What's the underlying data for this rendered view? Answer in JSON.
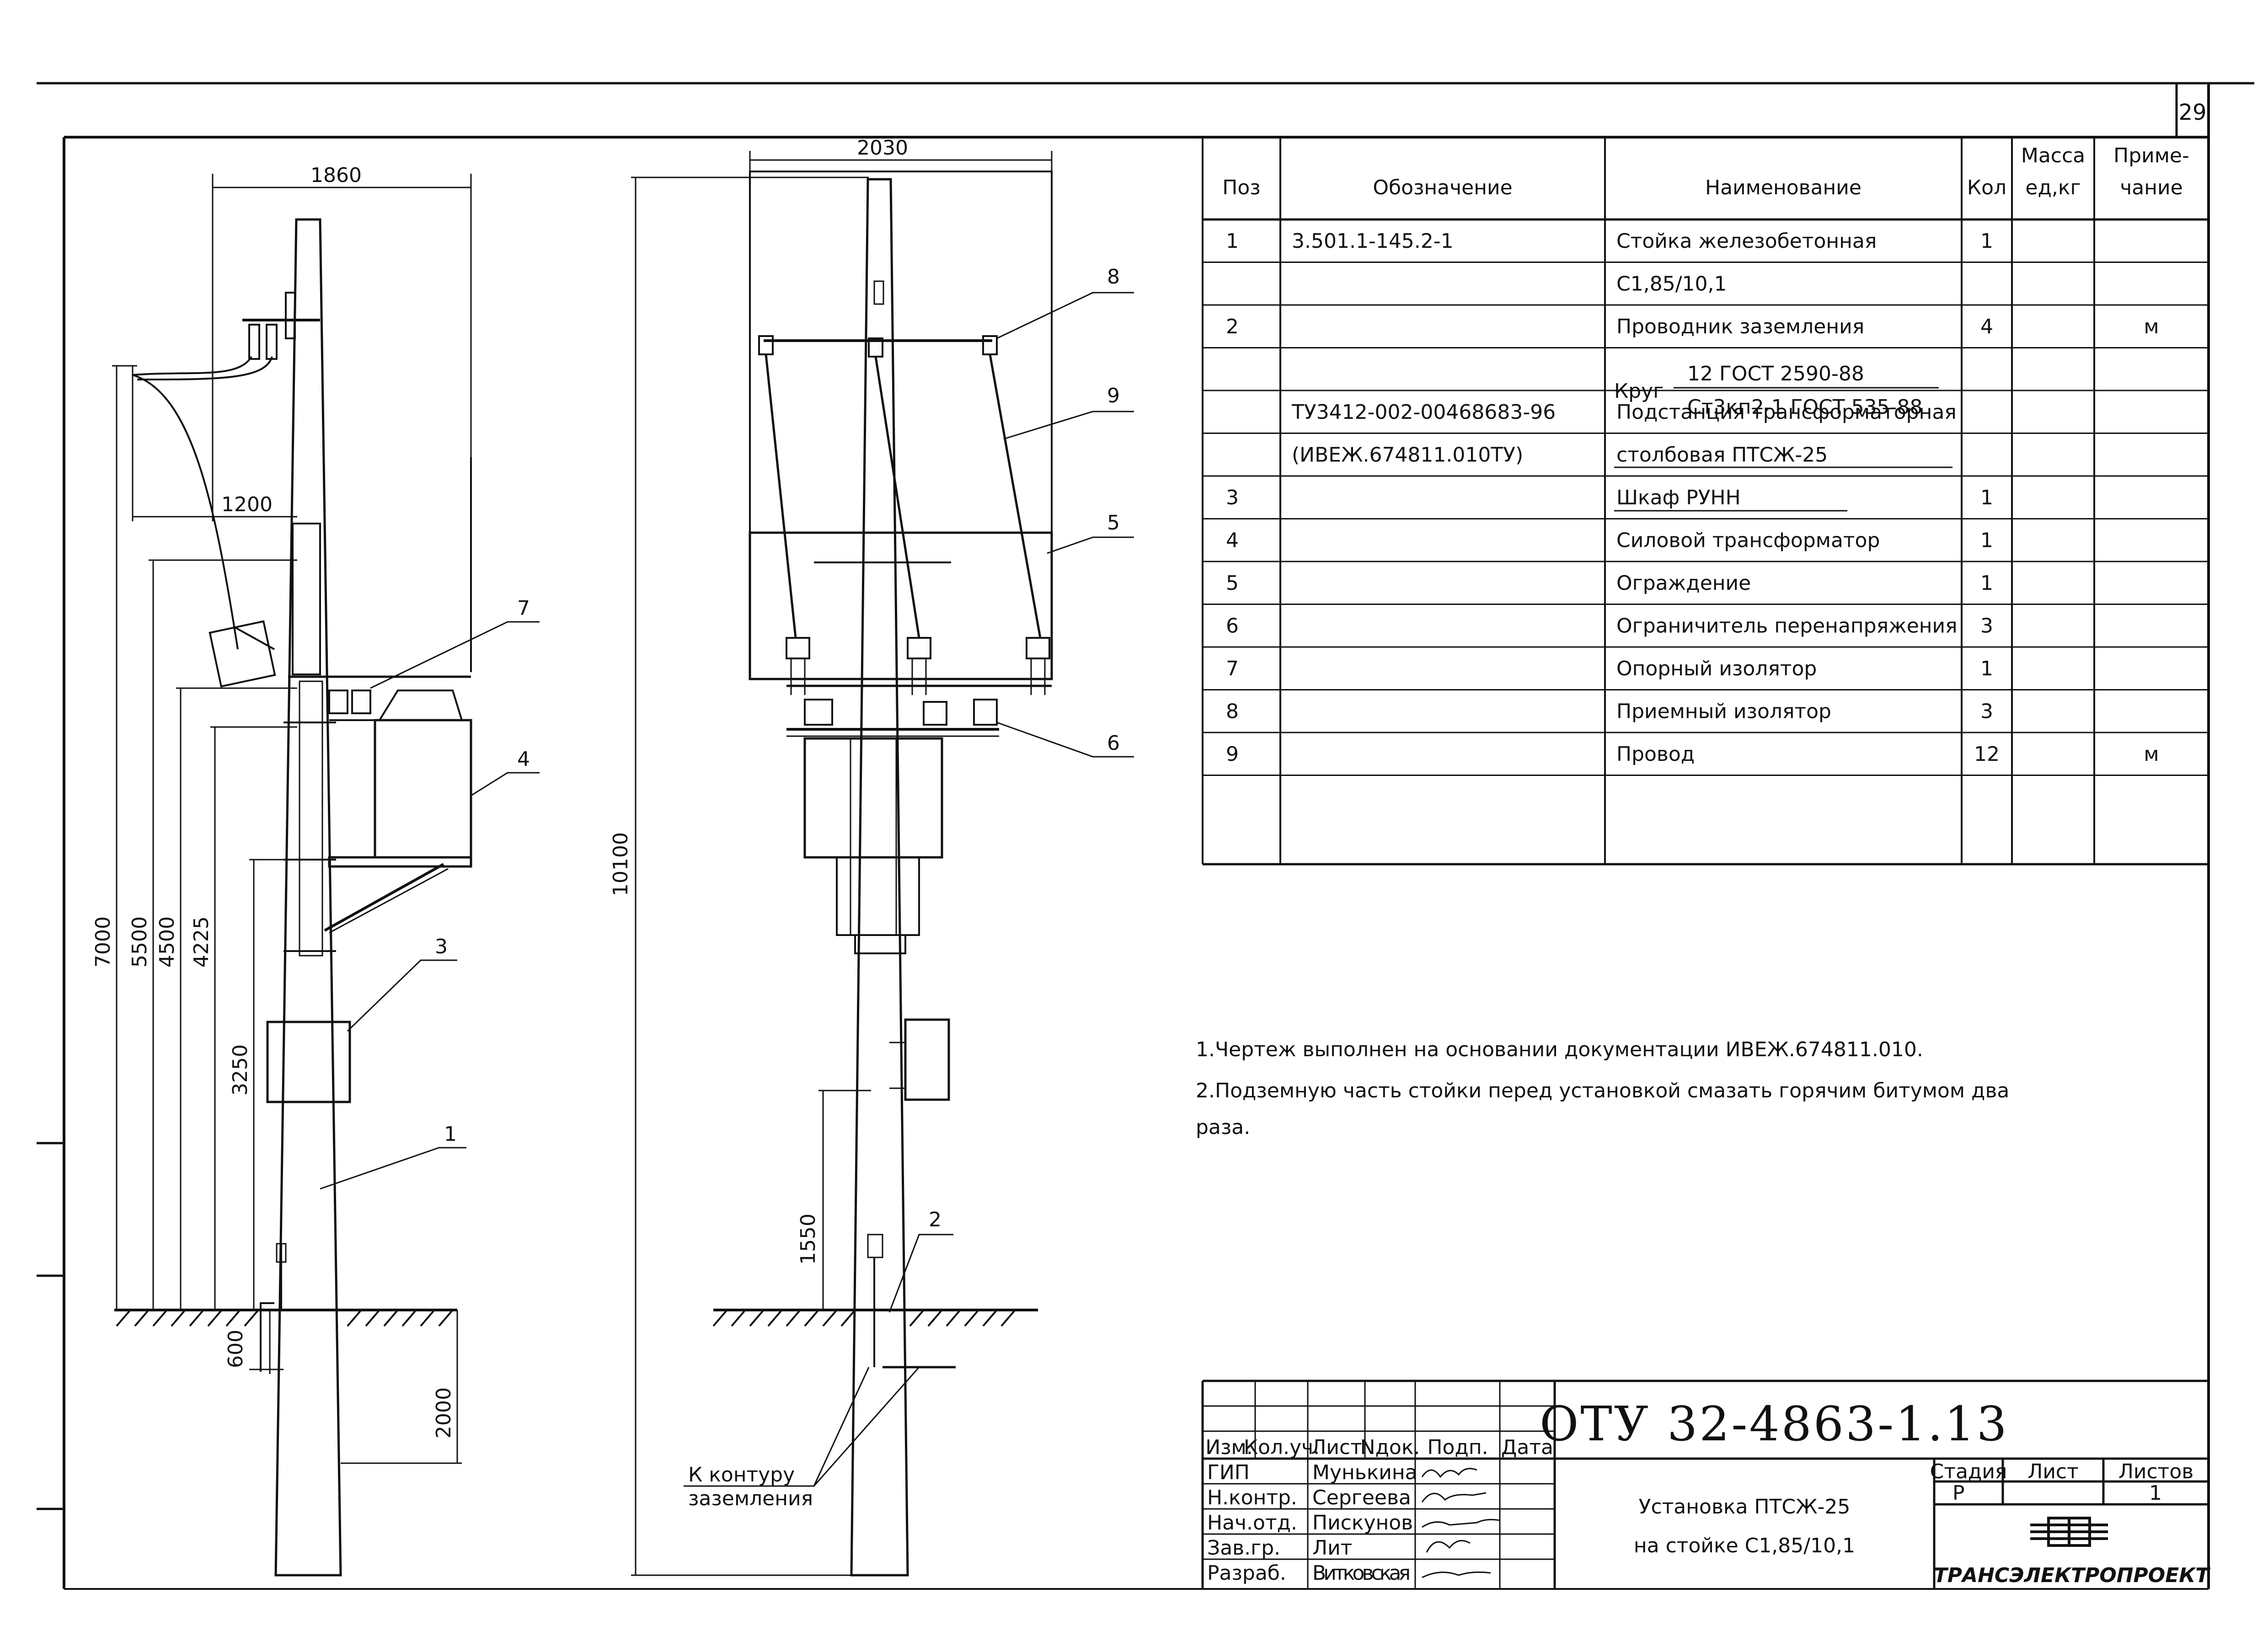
{
  "sheet_no": "29",
  "dimensions": {
    "left_width": "1860",
    "left_bracket": "1200",
    "h7000": "7000",
    "h5500": "5500",
    "h4500": "4500",
    "h4225": "4225",
    "h3250": "3250",
    "h600": "600",
    "h2000": "2000",
    "mid_width": "2030",
    "mid_height": "10100",
    "mid_1550": "1550"
  },
  "callouts": {
    "left_7": "7",
    "left_4": "4",
    "left_3": "3",
    "left_1": "1",
    "mid_8": "8",
    "mid_9": "9",
    "mid_5": "5",
    "mid_6": "6",
    "mid_2": "2"
  },
  "ground_note": {
    "line1": "К контуру",
    "line2": "заземления"
  },
  "spec_table": {
    "headers": {
      "pos": "Поз",
      "designation": "Обозначение",
      "name": "Наименование",
      "qty": "Кол",
      "mass1": "Масса",
      "mass2": "ед,кг",
      "note1": "Приме-",
      "note2": "чание"
    },
    "rows": [
      {
        "pos": "1",
        "designation": "3.501.1-145.2-1",
        "name": "Стойка железобетонная",
        "qty": "1",
        "note": ""
      },
      {
        "pos": "",
        "designation": "",
        "name": "С1,85/10,1",
        "qty": "",
        "note": ""
      },
      {
        "pos": "2",
        "designation": "",
        "name": "Проводник заземления",
        "qty": "4",
        "note": "м"
      },
      {
        "pos": "",
        "designation": "",
        "name": "",
        "qty": "",
        "note": ""
      },
      {
        "pos": "",
        "designation": "ТУ3412-002-00468683-96",
        "name": "Подстанция трансформаторная",
        "qty": "",
        "note": ""
      },
      {
        "pos": "",
        "designation": "(ИВЕЖ.674811.010ТУ)",
        "name": "столбовая  ПТСЖ-25",
        "qty": "",
        "note": ""
      },
      {
        "pos": "3",
        "designation": "",
        "name": "Шкаф РУНН",
        "qty": "1",
        "note": ""
      },
      {
        "pos": "4",
        "designation": "",
        "name": "Силовой трансформатор",
        "qty": "1",
        "note": ""
      },
      {
        "pos": "5",
        "designation": "",
        "name": "Ограждение",
        "qty": "1",
        "note": ""
      },
      {
        "pos": "6",
        "designation": "",
        "name": "Ограничитель перенапряжения",
        "qty": "3",
        "note": ""
      },
      {
        "pos": "7",
        "designation": "",
        "name": "Опорный изолятор",
        "qty": "1",
        "note": ""
      },
      {
        "pos": "8",
        "designation": "",
        "name": "Приемный изолятор",
        "qty": "3",
        "note": ""
      },
      {
        "pos": "9",
        "designation": "",
        "name": "Провод",
        "qty": "12",
        "note": "м"
      },
      {
        "pos": "",
        "designation": "",
        "name": "",
        "qty": "",
        "note": ""
      }
    ],
    "krug": {
      "label": "Круг",
      "num": "12 ГОСТ 2590-88",
      "den": "Ст3кп2-1 ГОСТ 535-88"
    }
  },
  "notes": {
    "n1": "1.Чертеж выполнен на основании документации ИВЕЖ.674811.010.",
    "n2a": "2.Подземную часть стойки перед установкой смазать горячим битумом два",
    "n2b": "раза."
  },
  "title_block": {
    "doc_code": "ОТУ 32-4863-1.13",
    "title1": "Установка ПТСЖ-25",
    "title2": "на стойке  С1,85/10,1",
    "hdr": {
      "izm": "Изм.",
      "kol": "Кол.уч.",
      "list": "Лист",
      "ndok": "Nдок.",
      "podp": "Подп.",
      "data": "Дата"
    },
    "roles": [
      {
        "role": "ГИП",
        "name": "Мунькина"
      },
      {
        "role": "Н.контр.",
        "name": "Сергеева"
      },
      {
        "role": "Нач.отд.",
        "name": "Пискунов"
      },
      {
        "role": "Зав.гр.",
        "name": "Лит"
      },
      {
        "role": "Разраб.",
        "name": "Витковская"
      }
    ],
    "stage_label": "Стадия",
    "sheet_label": "Лист",
    "sheets_label": "Листов",
    "stage_value": "Р",
    "sheets_value": "1",
    "company": "ТРАНСЭЛЕКТРОПРОЕКТ"
  }
}
